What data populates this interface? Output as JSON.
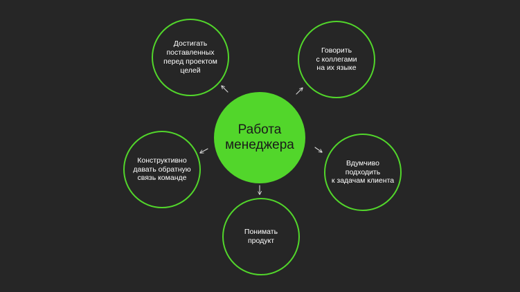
{
  "center": {
    "label": "Работа\nменеджера",
    "color": "#52d62b"
  },
  "nodes": {
    "goals": {
      "label": "Достигать\nпоставленных\nперед проектом\nцелей"
    },
    "colleagues": {
      "label": "Говорить\nс коллегами\nна их языке"
    },
    "feedback": {
      "label": "Конструктивно\nдавать обратную\nсвязь команде"
    },
    "tasks": {
      "label": "Вдумчиво\nподходить\nк задачам клиента"
    },
    "product": {
      "label": "Понимать\nпродукт"
    }
  },
  "colors": {
    "background": "#262626",
    "accent": "#52d62b",
    "outer_text": "#ffffff",
    "arrow": "#d9d9d9"
  },
  "icons": [
    "arrow-icon"
  ]
}
